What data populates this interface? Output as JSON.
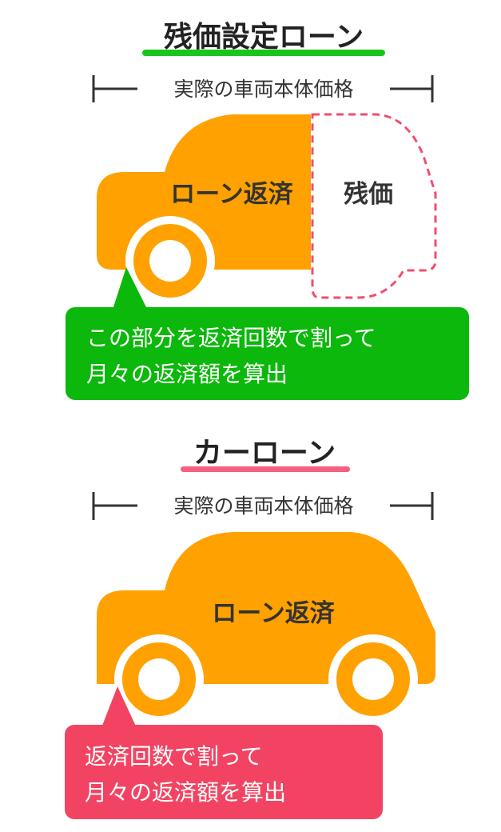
{
  "colors": {
    "car_body": "#FFA100",
    "wheel_inner": "#ffffff",
    "residual_outline": "#F04E6E",
    "green_callout": "#0BB80B",
    "green_underline": "#19C519",
    "pink_callout": "#F24462",
    "pink_underline": "#F46080",
    "range_line": "#333333"
  },
  "section1": {
    "title": "残価設定ローン",
    "range_label": "実際の車両本体価格",
    "loan_label": "ローン返済",
    "residual_label": "残価",
    "callout_line1": "この部分を返済回数で割って",
    "callout_line2": "月々の返済額を算出"
  },
  "section2": {
    "title": "カーローン",
    "range_label": "実際の車両本体価格",
    "loan_label": "ローン返済",
    "callout_line1": "返済回数で割って",
    "callout_line2": "月々の返済額を算出"
  }
}
